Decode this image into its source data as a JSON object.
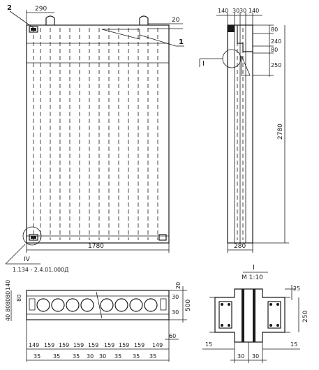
{
  "front_view": {
    "dim_top_left": "290",
    "dim_top_right": "20",
    "dim_width": "1780",
    "callout_2": "2",
    "callout_1": "1",
    "callout_IV": "IV",
    "callout_I": "I",
    "reference_code": "1.134 - 2.4.01.000Д"
  },
  "side_view": {
    "dim_top": [
      "140",
      "30",
      "30",
      "140"
    ],
    "dim_right": [
      "80",
      "240",
      "80",
      "250"
    ],
    "dim_height": "2780",
    "dim_bottom": "280"
  },
  "section_plan": {
    "dim_left_stack": [
      "40",
      "80",
      "80",
      "80",
      "140"
    ],
    "dim_label_80": "80",
    "dim_right_top": "20",
    "dim_right_mid": "30",
    "dim_right_bot": "30",
    "dim_right_total": "500",
    "dim_right_60": "60",
    "dim_bottom_top": [
      "149",
      "159",
      "159",
      "159",
      "159",
      "159",
      "159",
      "159",
      "149"
    ],
    "dim_bottom_low": [
      "35",
      "35",
      "35",
      "30",
      "30",
      "35",
      "35",
      "35"
    ]
  },
  "detail_I": {
    "title": "I",
    "scale": "M 1:10",
    "dim_top": "25",
    "dim_right": "250",
    "dim_left_15": "15",
    "dim_right_15": "15",
    "dim_bottom": [
      "30",
      "30"
    ]
  }
}
